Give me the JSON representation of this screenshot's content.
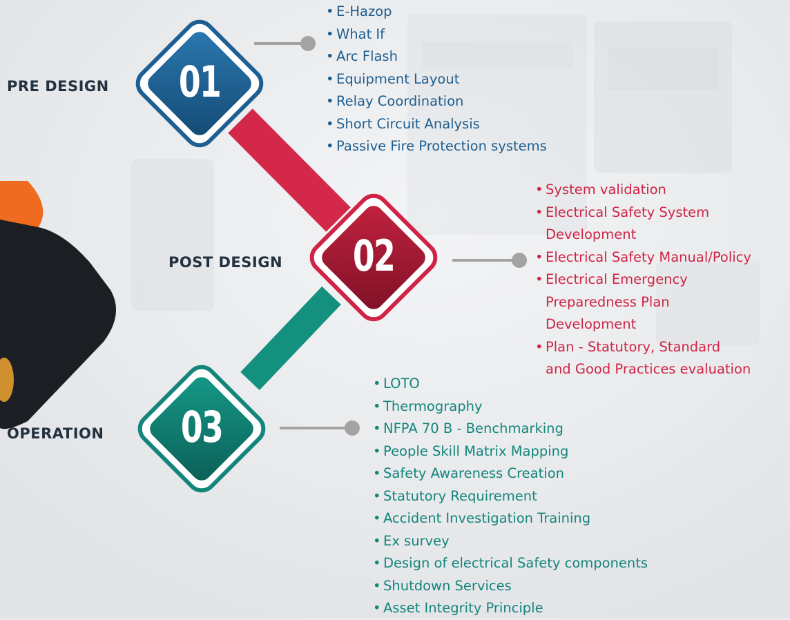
{
  "stages": [
    {
      "label": "PRE DESIGN",
      "number": "01",
      "color": "#1f5e8f",
      "items": [
        {
          "lines": [
            "E-Hazop"
          ]
        },
        {
          "lines": [
            "What If"
          ]
        },
        {
          "lines": [
            "Arc Flash"
          ]
        },
        {
          "lines": [
            "Equipment Layout"
          ]
        },
        {
          "lines": [
            "Relay Coordination"
          ]
        },
        {
          "lines": [
            "Short Circuit Analysis"
          ]
        },
        {
          "lines": [
            "Passive Fire Protection systems"
          ]
        }
      ]
    },
    {
      "label": "POST DESIGN",
      "number": "02",
      "color": "#cf2446",
      "items": [
        {
          "lines": [
            "System validation"
          ]
        },
        {
          "lines": [
            "Electrical Safety System",
            "Development"
          ]
        },
        {
          "lines": [
            "Electrical Safety Manual/Policy"
          ]
        },
        {
          "lines": [
            "Electrical Emergency",
            "Preparedness Plan",
            "Development"
          ]
        },
        {
          "lines": [
            "Plan - Statutory, Standard",
            "and Good Practices evaluation"
          ]
        }
      ]
    },
    {
      "label": "OPERATION",
      "number": "03",
      "color": "#13857b",
      "items": [
        {
          "lines": [
            "LOTO"
          ]
        },
        {
          "lines": [
            "Thermography"
          ]
        },
        {
          "lines": [
            "NFPA 70 B - Benchmarking"
          ]
        },
        {
          "lines": [
            "People Skill Matrix Mapping"
          ]
        },
        {
          "lines": [
            "Safety Awareness Creation"
          ]
        },
        {
          "lines": [
            "Statutory Requirement"
          ]
        },
        {
          "lines": [
            "Accident Investigation Training"
          ]
        },
        {
          "lines": [
            "Ex survey"
          ]
        },
        {
          "lines": [
            "Design of electrical Safety components"
          ]
        },
        {
          "lines": [
            "Shutdown Services"
          ]
        },
        {
          "lines": [
            "Asset Integrity Principle"
          ]
        }
      ]
    }
  ],
  "colors": {
    "connector_red": "#d3284a",
    "connector_teal": "#14907f",
    "pointer_gray": "#a3a3a3",
    "accent_orange": "#ee6b1f",
    "dark_panel": "#1b1e22"
  }
}
